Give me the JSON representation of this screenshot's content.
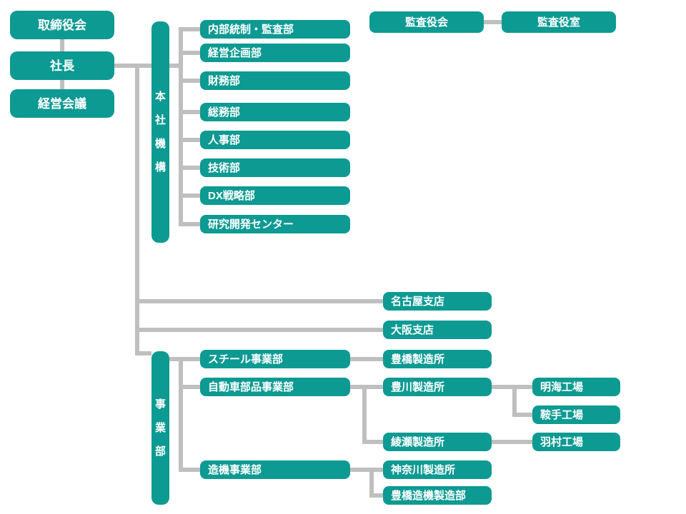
{
  "colors": {
    "node_fill": "#0d9a93",
    "connector": "#bfbfbf",
    "node_text": "#ffffff",
    "background": "#ffffff"
  },
  "executive": {
    "board": "取締役会",
    "president": "社長",
    "council": "経営会議"
  },
  "audit": {
    "board": "監査役会",
    "office": "監査役室"
  },
  "head_office": {
    "label": "本社機構",
    "label_chars": [
      "本",
      "社",
      "機",
      "構"
    ],
    "departments": [
      "内部統制・監査部",
      "経営企画部",
      "財務部",
      "総務部",
      "人事部",
      "技術部",
      "DX戦略部",
      "研究開発センター"
    ]
  },
  "branch_offices": [
    "名古屋支店",
    "大阪支店"
  ],
  "business_division": {
    "label": "事業部",
    "label_chars": [
      "事",
      "業",
      "部"
    ],
    "divisions": [
      {
        "name": "スチール事業部",
        "sites": [
          {
            "name": "豊橋製造所",
            "plants": []
          }
        ]
      },
      {
        "name": "自動車部品事業部",
        "sites": [
          {
            "name": "豊川製造所",
            "plants": [
              "明海工場",
              "鞍手工場"
            ]
          },
          {
            "name": "綾瀬製造所",
            "plants": [
              "羽村工場"
            ]
          }
        ]
      },
      {
        "name": "造機事業部",
        "sites": [
          {
            "name": "神奈川製造所",
            "plants": []
          },
          {
            "name": "豊橋造機製造部",
            "plants": []
          }
        ]
      }
    ]
  }
}
